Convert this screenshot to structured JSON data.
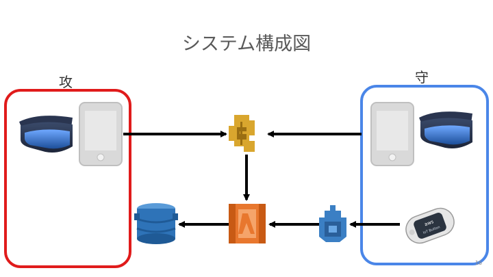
{
  "slide": {
    "title": "システム構成図",
    "attack_label": "攻",
    "defend_label": "守",
    "page_number": "16"
  },
  "colors": {
    "attack_border": "#e01b1b",
    "defend_border": "#4a86e8",
    "arrow": "#000000",
    "lambda_orange": "#e8772e",
    "gateway_gold": "#d9a62e",
    "dynamodb_blue": "#2e73b8",
    "iot_blue": "#3b7fc4",
    "phone_gray": "#d9d9d9",
    "headset_blue": "#2f6db5"
  },
  "icons": {
    "attack_headset": "vr-headset-icon",
    "attack_phone": "smartphone-icon",
    "defend_phone": "smartphone-icon",
    "defend_headset": "vr-headset-icon",
    "api_gateway": "api-gateway-icon",
    "lambda": "lambda-icon",
    "dynamodb": "dynamodb-icon",
    "iot": "aws-iot-icon",
    "dash_button": "dash-button-icon"
  },
  "dash_button_text": {
    "brand": "aws",
    "model": "IoT Button"
  }
}
